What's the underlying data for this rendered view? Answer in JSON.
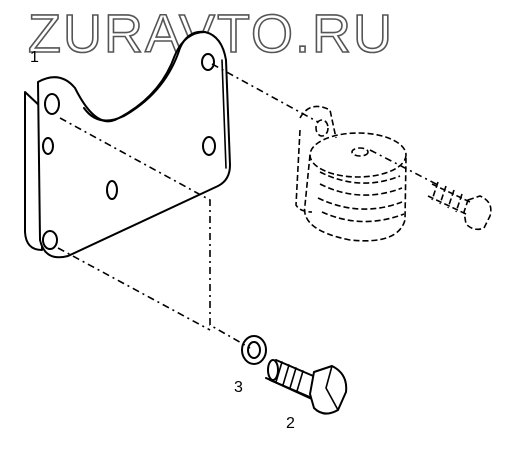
{
  "watermark": "ZURAVTO.RU",
  "callouts": {
    "bracket": "1",
    "bolt": "2",
    "washer": "3"
  }
}
